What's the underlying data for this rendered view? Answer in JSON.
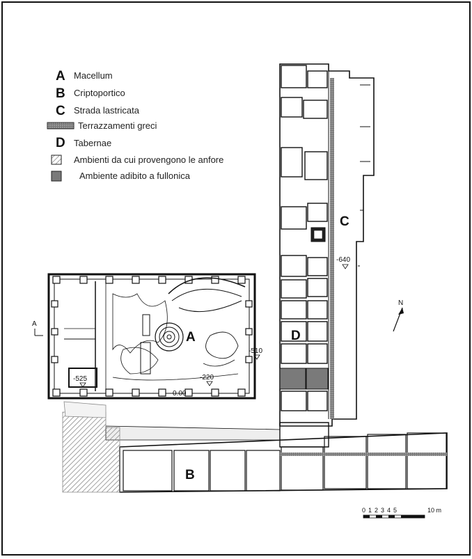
{
  "legend": {
    "items": [
      {
        "key": "A",
        "label": "Macellum"
      },
      {
        "key": "B",
        "label": "Criptoportico"
      },
      {
        "key": "C",
        "label": "Strada lastricata"
      },
      {
        "key": "",
        "label": "Terrazzamenti greci",
        "swatch": "greek-terrace"
      },
      {
        "key": "D",
        "label": "Tabernae"
      },
      {
        "key": "",
        "label": "Ambienti da cui provengono le anfore",
        "swatch": "hatched"
      },
      {
        "key": "",
        "label": "Ambiente adibito a fullonica",
        "swatch": "gray-fill"
      }
    ]
  },
  "zones": {
    "a": "A",
    "b": "B",
    "c": "C",
    "d": "D"
  },
  "elevations": {
    "e640": "-640",
    "e510": "-510",
    "e525": "-525",
    "e220": "-220",
    "e000": "0.00"
  },
  "section_marker": "A",
  "north_label": "N",
  "scale_bar": {
    "ticks": [
      "0",
      "1",
      "2",
      "3",
      "4",
      "5"
    ],
    "end_label": "10 m"
  },
  "colors": {
    "ink": "#111111",
    "hatch": "#888888",
    "fullonica": "#7a7a7a",
    "terrace": "#555555"
  }
}
